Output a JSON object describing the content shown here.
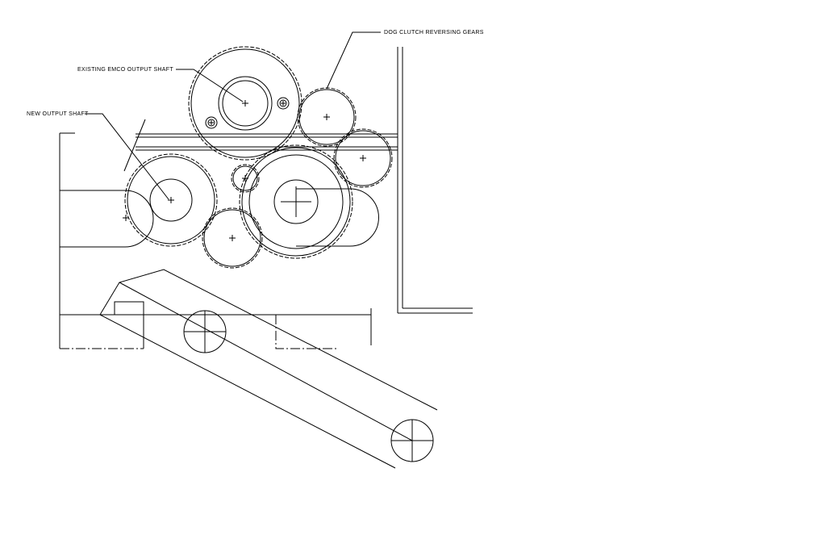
{
  "labels": {
    "dog_clutch": "DOG CLUTCH REVERSING GEARS",
    "existing_shaft": "EXISTING EMCO OUTPUT SHAFT",
    "new_shaft": "NEW OUTPUT SHAFT"
  },
  "colors": {
    "background": "#ffffff",
    "ink": "#000000"
  }
}
